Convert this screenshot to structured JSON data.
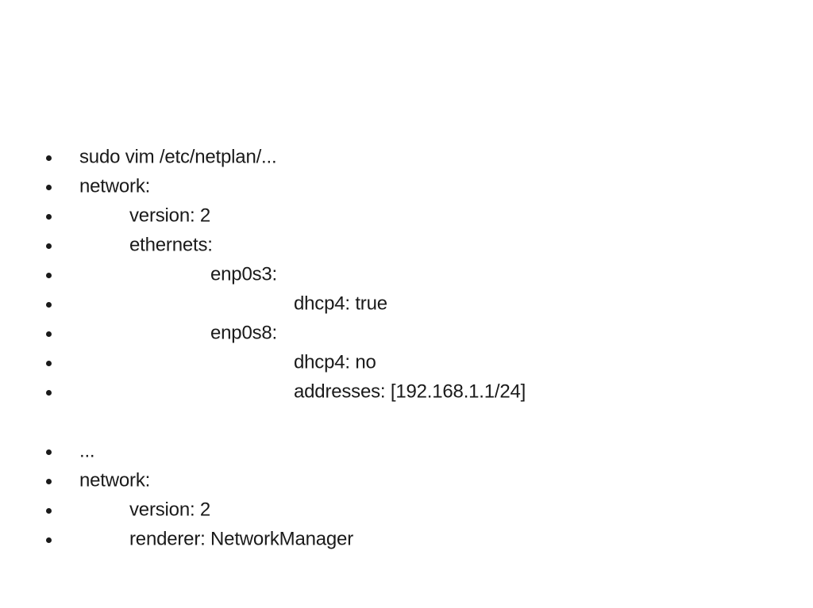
{
  "slide": {
    "background_color": "#ffffff",
    "text_color": "#1a1a1a",
    "bullet_icon": "bullet-dot",
    "groups": [
      {
        "lines": [
          {
            "indent": 0,
            "text": "sudo vim /etc/netplan/..."
          },
          {
            "indent": 0,
            "text": "network:"
          },
          {
            "indent": 1,
            "text": "version: 2"
          },
          {
            "indent": 1,
            "text": "ethernets:"
          },
          {
            "indent": 2,
            "text": "enp0s3:"
          },
          {
            "indent": 3,
            "text": "dhcp4: true"
          },
          {
            "indent": 2,
            "text": "enp0s8:"
          },
          {
            "indent": 3,
            "text": "dhcp4: no"
          },
          {
            "indent": 3,
            "text": "addresses: [192.168.1.1/24]"
          }
        ]
      },
      {
        "lines": [
          {
            "indent": 0,
            "text": "..."
          },
          {
            "indent": 0,
            "text": "network:"
          },
          {
            "indent": 1,
            "text": "version: 2"
          },
          {
            "indent": 1,
            "text": "renderer: NetworkManager"
          }
        ]
      }
    ]
  }
}
